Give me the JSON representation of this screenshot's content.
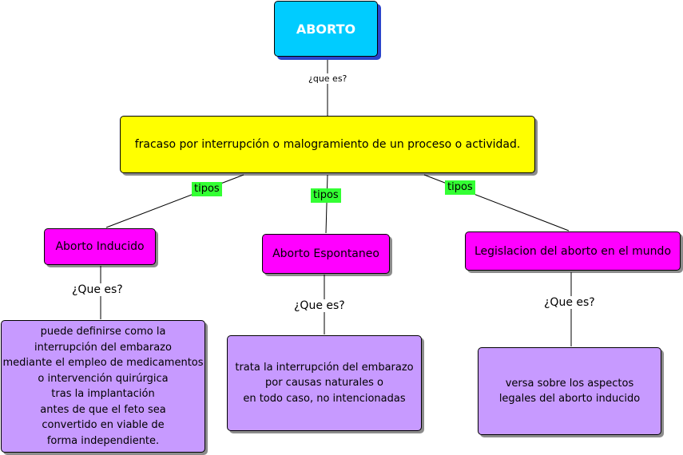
{
  "root": {
    "label": "ABORTO"
  },
  "root_link": {
    "label": "¿que es?"
  },
  "definition": {
    "text": "fracaso por interrupción o malogramiento de un proceso o actividad."
  },
  "type_link_label": "tipos",
  "types": [
    {
      "label": "Aborto Inducido",
      "link_label": "¿Que es?",
      "description": [
        "puede definirse como la",
        "interrupción del embarazo",
        "mediante el empleo de medicamentos",
        "o intervención quirúrgica",
        "tras la implantación",
        "antes de que el feto sea",
        "convertido en viable de",
        "forma independiente."
      ]
    },
    {
      "label": "Aborto Espontaneo",
      "link_label": "¿Que es?",
      "description": [
        "trata la interrupción del embarazo",
        "por causas naturales o",
        "en todo caso, no intencionadas"
      ]
    },
    {
      "label": "Legislacion del aborto en el mundo",
      "link_label": "¿Que es?",
      "description": [
        "versa sobre los aspectos",
        "legales del aborto inducido"
      ]
    }
  ],
  "colors": {
    "root": "#00ccff",
    "definition": "#ffff00",
    "type": "#ff00ff",
    "description": "#c79aff",
    "tag": "#33ff33"
  }
}
